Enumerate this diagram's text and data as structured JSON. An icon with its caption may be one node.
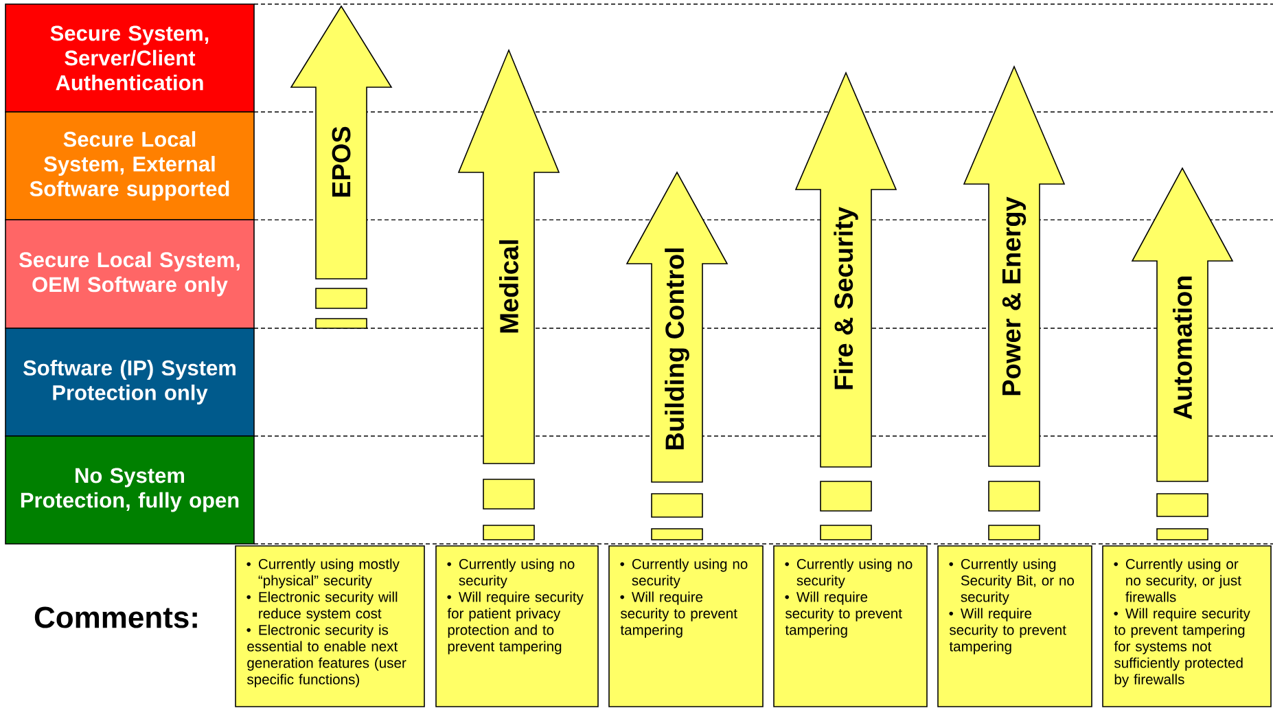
{
  "diagram": {
    "nodes": [
      {
        "text": [
          "Secure System, Server/Client Authentication"
        ]
      },
      {
        "text": [
          "Secure Local System, External Software supported"
        ]
      },
      {
        "text": [
          "Secure Local System, OEM Software only"
        ]
      },
      {
        "text": [
          "Software (IP) System Protection only"
        ]
      },
      {
        "text": [
          "No System Protection, fully open"
        ]
      },
      {
        "text": [
          "EPOS"
        ]
      },
      {
        "text": [
          "Medical"
        ]
      },
      {
        "text": [
          "Building Control"
        ]
      },
      {
        "text": [
          "Fire & Security"
        ]
      },
      {
        "text": [
          "Power & Energy"
        ]
      },
      {
        "text": [
          "Automation"
        ]
      },
      {
        "text": [
          "Currently using mostly “physical” security",
          "Electronic security will reduce system cost",
          "Electronic security is essential to enable next generation features (user specific functions)"
        ]
      },
      {
        "text": [
          "Currently using no security",
          "Will require security for patient privacy protection and to prevent tampering"
        ]
      },
      {
        "text": [
          "Currently using no security",
          "Will require security to prevent tampering"
        ]
      },
      {
        "text": [
          "Currently using no security",
          "Will require security to prevent tampering"
        ]
      },
      {
        "text": [
          "Currently using Security Bit, or no security",
          "Will require security to prevent tampering"
        ]
      },
      {
        "text": [
          "Currently using or no security, or just firewalls",
          "Will require security to prevent tampering for systems not sufficiently protected by firewalls"
        ]
      }
    ],
    "labels": [
      "Comments:"
    ]
  }
}
